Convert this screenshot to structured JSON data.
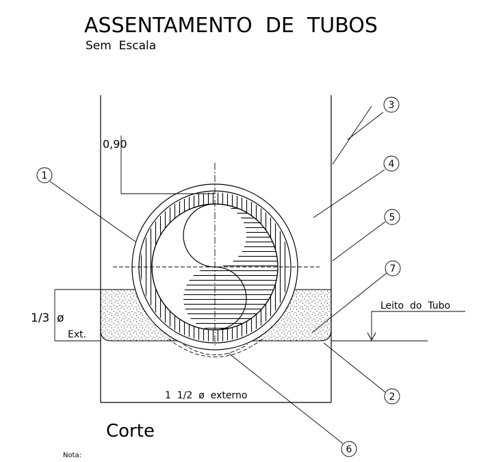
{
  "header": {
    "title": "ASSENTAMENTO  DE  TUBOS",
    "subtitle": "Sem  Escala"
  },
  "dimensions": {
    "depth": "0,90",
    "bed_fraction": "1/3  ø",
    "bed_fraction_sub": "Ext.",
    "trench_width": "1  1/2  ø  externo"
  },
  "labels": {
    "pipe_bed": "Leito  do  Tubo",
    "section": "Corte",
    "note": "Nota:"
  },
  "callouts": [
    "1",
    "2",
    "3",
    "4",
    "5",
    "6",
    "7"
  ]
}
